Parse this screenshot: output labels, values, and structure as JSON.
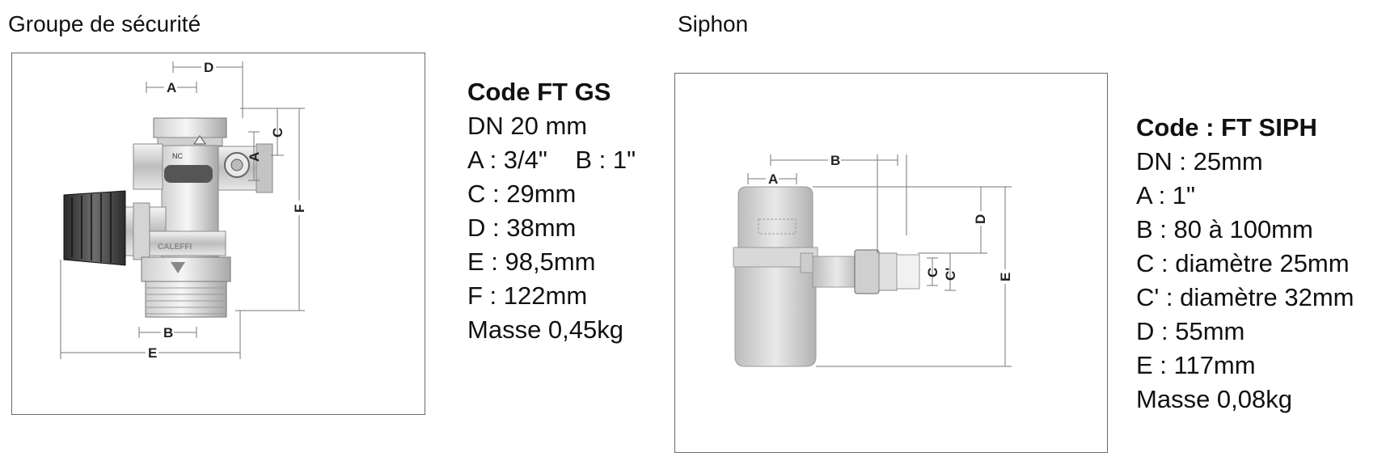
{
  "left": {
    "title": "Groupe de sécurité",
    "product_text": "CALEFFI",
    "valve_text": "NC",
    "dims": {
      "A": "A",
      "B": "B",
      "C": "C",
      "D": "D",
      "E": "E",
      "F": "F"
    },
    "specs": {
      "code": "Code FT GS",
      "dn": "DN 20 mm",
      "ab": "A : 3/4\"    B : 1\"",
      "c": "C : 29mm",
      "d": "D : 38mm",
      "e": "E : 98,5mm",
      "f": "F : 122mm",
      "masse": "Masse 0,45kg"
    }
  },
  "right": {
    "title": "Siphon",
    "dims": {
      "A": "A",
      "B": "B",
      "C": "C",
      "Cp": "C'",
      "D": "D",
      "E": "E"
    },
    "specs": {
      "code": "Code : FT SIPH",
      "dn": "DN : 25mm",
      "a": "A : 1\"",
      "b": "B : 80 à 100mm",
      "c": "C : diamètre 25mm",
      "cp": "C' : diamètre 32mm",
      "d": "D : 55mm",
      "e": "E : 117mm",
      "masse": "Masse 0,08kg"
    }
  }
}
